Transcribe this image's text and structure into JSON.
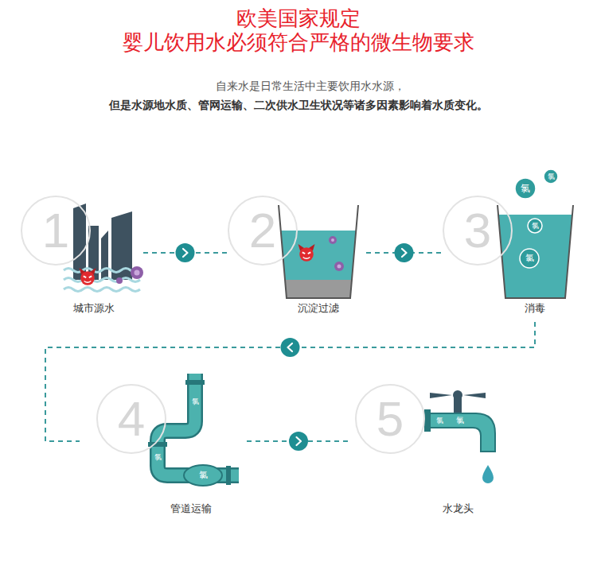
{
  "diagram": {
    "title": "欧美国家规定 婴儿饮用水必须符合严格的微生物要求",
    "nodes": [
      {
        "text": [
          "1",
          "城市源水"
        ]
      },
      {
        "text": [
          "2",
          "沉淀过滤"
        ]
      },
      {
        "text": [
          "3",
          "消毒"
        ]
      },
      {
        "text": [
          "4",
          "管道运输"
        ]
      },
      {
        "text": [
          "5",
          "水龙头"
        ]
      }
    ],
    "edges": [
      {
        "from": 0,
        "to": 1,
        "arrow": "to"
      },
      {
        "from": 1,
        "to": 2,
        "arrow": "to"
      },
      {
        "from": 2,
        "to": 3,
        "arrow": "to"
      },
      {
        "from": 3,
        "to": 4,
        "arrow": "to"
      }
    ],
    "labels": [
      "自来水是日常生活中主要饮用水水源，",
      "但是水源地水质、管网运输、二次供水卫生状况等诸多因素影响着水质变化。",
      "氯",
      "氯",
      "氯",
      "氯",
      "氯",
      "氯",
      "氯",
      "氯",
      "氯"
    ]
  }
}
